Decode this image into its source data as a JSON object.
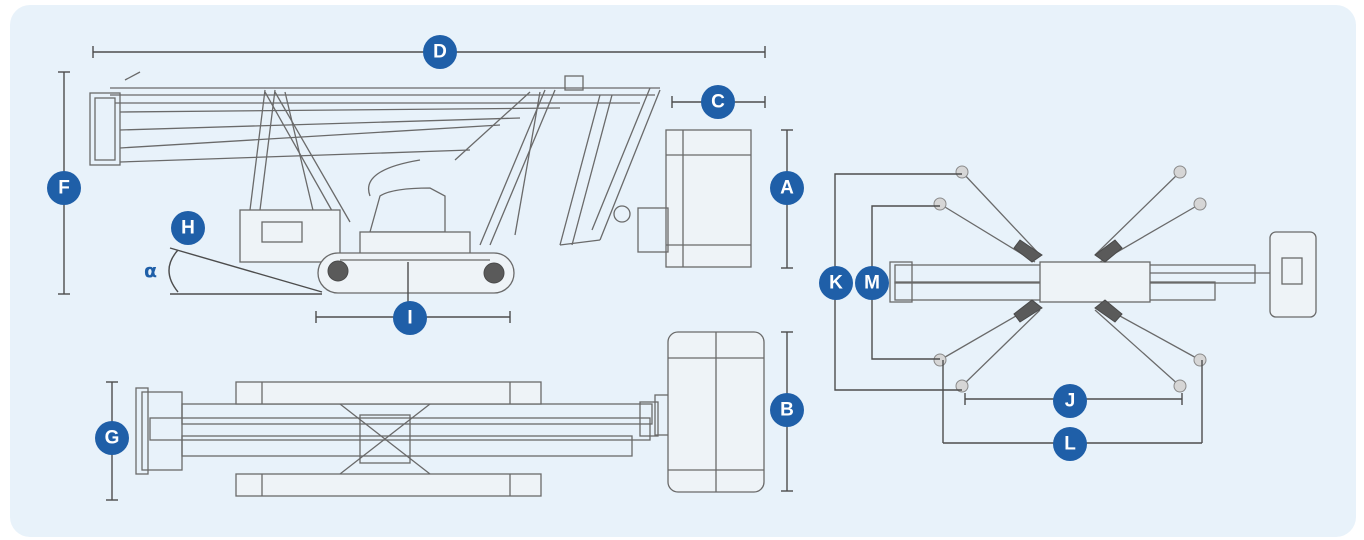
{
  "labels": {
    "A": "A",
    "B": "B",
    "C": "C",
    "D": "D",
    "F": "F",
    "G": "G",
    "H": "H",
    "I": "I",
    "J": "J",
    "K": "K",
    "L": "L",
    "M": "M",
    "alpha": "α"
  },
  "colors": {
    "badge": "#1f5fa8",
    "background": "#e8f2fa",
    "line": "#4d4d4d"
  }
}
